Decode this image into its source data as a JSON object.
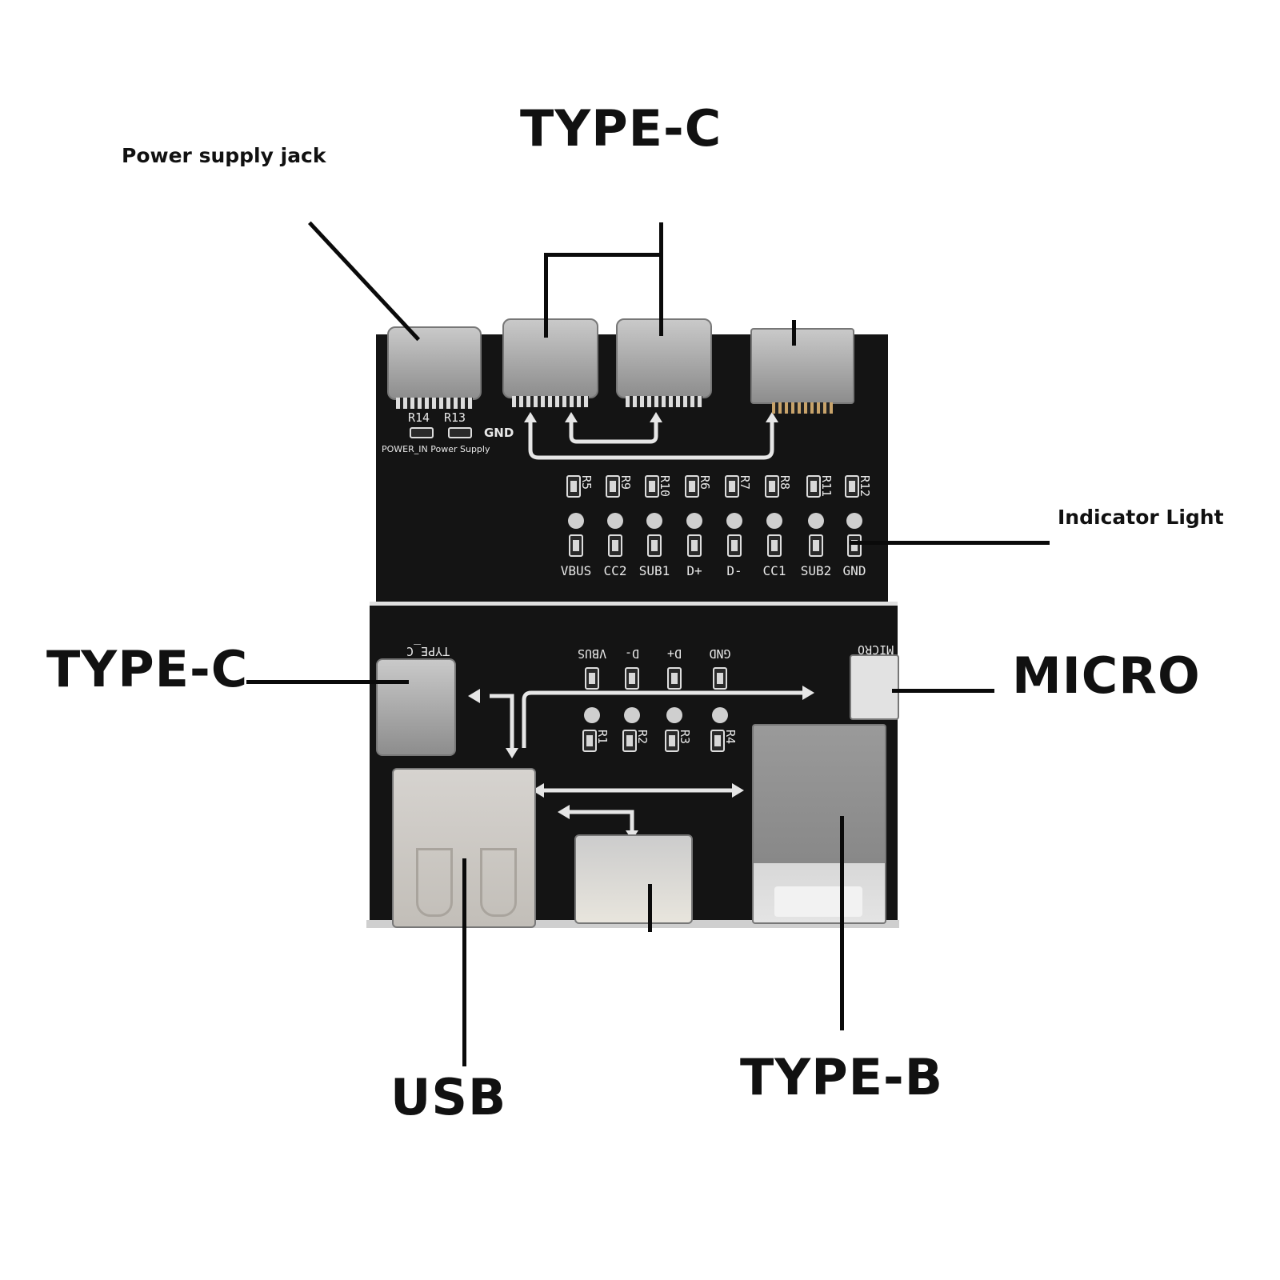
{
  "callouts": {
    "power_supply_jack": "Power supply jack",
    "type_c_top": "TYPE-C",
    "indicator_light": "Indicator Light",
    "type_c_left": "TYPE-C",
    "micro": "MICRO",
    "usb": "USB",
    "type_b": "TYPE-B"
  },
  "board": {
    "power_labels": {
      "r14": "R14",
      "r13": "R13",
      "gnd": "GND",
      "power_in": "POWER_IN Power Supply"
    },
    "top_resistors": [
      "R5",
      "R9",
      "R10",
      "R6",
      "R7",
      "R8",
      "R11",
      "R12"
    ],
    "top_led_labels": [
      "VBUS",
      "CC2",
      "SUB1",
      "D+",
      "D-",
      "CC1",
      "SUB2",
      "GND"
    ],
    "bottom_port_labels": {
      "type_c": "TYPE_C",
      "micro": "MICRO"
    },
    "bottom_led_labels": [
      "VBUS",
      "D-",
      "D+",
      "GND"
    ],
    "bottom_resistors": [
      "R1",
      "R2",
      "R3",
      "R4"
    ]
  },
  "colors": {
    "pcb": "#141414",
    "silkscreen": "#e8e8e8",
    "callout_text": "#111111",
    "metal": "#b5b5b5"
  }
}
